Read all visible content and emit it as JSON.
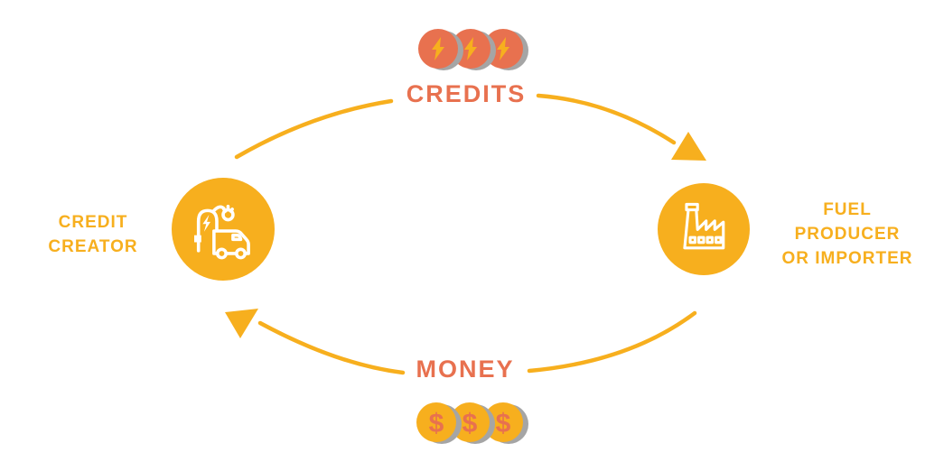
{
  "labels": {
    "credits": "CREDITS",
    "money": "MONEY",
    "credit_creator": {
      "line1": "CREDIT",
      "line2": "CREATOR"
    },
    "fuel_producer": {
      "line1": "FUEL",
      "line2": "PRODUCER",
      "line3": "OR IMPORTER"
    }
  },
  "icons": {
    "left_node": "ev-truck-with-charging-station",
    "right_node": "factory",
    "top_coins": "lightning-credit-coins",
    "bottom_coins": "dollar-money-coins",
    "dollar_symbol": "$"
  },
  "colors": {
    "yellow": "#F7AF1E",
    "red_orange": "#E8714F",
    "coin_shadow": "#A5A5A5",
    "icon_stroke": "#FFFFFF",
    "background": "#FFFFFF"
  }
}
